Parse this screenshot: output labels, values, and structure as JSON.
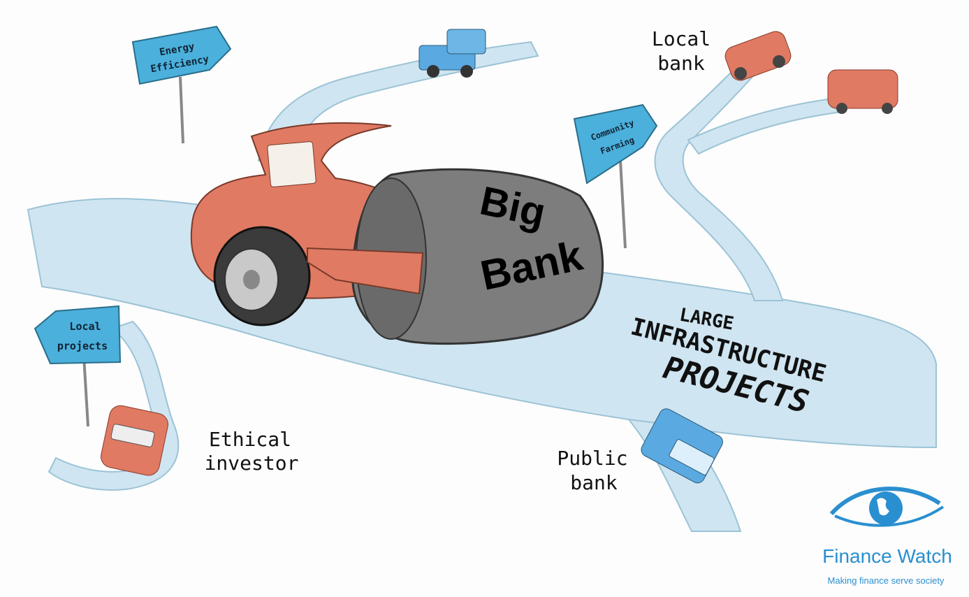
{
  "signs": {
    "energy": {
      "line1": "Energy",
      "line2": "Efficiency"
    },
    "community": {
      "line1": "Community",
      "line2": "Farming"
    },
    "local_projects": {
      "line1": "Local",
      "line2": "projects"
    }
  },
  "labels": {
    "local_bank": {
      "line1": "Local",
      "line2": "bank"
    },
    "ethical_investor": {
      "line1": "Ethical",
      "line2": "investor"
    },
    "public_bank": {
      "line1": "Public",
      "line2": "bank"
    },
    "road_main": {
      "line1": "LARGE",
      "line2": "INFRASTRUCTURE",
      "line3": "PROJECTS"
    }
  },
  "roller": {
    "line1": "Big",
    "line2": "Bank"
  },
  "logo": {
    "name": "Finance Watch",
    "tagline": "Making finance serve society",
    "color": "#2a8fd0"
  },
  "colors": {
    "road": "#cfe5f1",
    "sign": "#4bb0db",
    "vehicle_red": "#e07a63",
    "vehicle_blue": "#5aa9e0",
    "drum": "#7d7d7d"
  }
}
